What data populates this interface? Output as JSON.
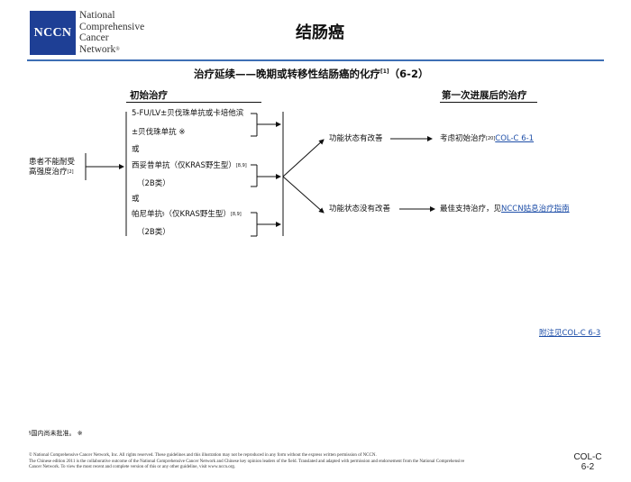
{
  "header": {
    "logo_abbr": "NCCN",
    "logo_lines": [
      "National",
      "Comprehensive",
      "Cancer",
      "Network"
    ],
    "logo_mark": "®",
    "page_title": "结肠癌"
  },
  "section": {
    "title": "治疗延续——晚期或转移性结肠癌的化疗",
    "title_ref": "[1]",
    "title_page": "（6-2）"
  },
  "columns": {
    "initial": "初始治疗",
    "after_first": "第一次进展后的治疗"
  },
  "patient": {
    "line1": "患者不能耐受",
    "line2": "高强度治疗",
    "ref": "[2]"
  },
  "options": {
    "opt1_line1": "5-FU/LV±贝伐珠单抗或卡培他滨",
    "opt1_line2": "±贝伐珠单抗 ※",
    "or1": "或",
    "opt2_line1": "西妥昔单抗（仅KRAS野生型）",
    "opt2_ref": "[8,9]",
    "opt2_line2": "（2B类）",
    "or2": "或",
    "opt3_line1a": "帕尼单抗",
    "opt3_mark": "§",
    "opt3_line1b": "（仅KRAS野生型）",
    "opt3_ref": "[8,9]",
    "opt3_line2": "（2B类）"
  },
  "outcomes": {
    "improved": "功能状态有改善",
    "not_improved": "功能状态没有改善"
  },
  "next": {
    "improved_text": "考虑初始治疗",
    "improved_ref": "[20]",
    "improved_link": "COL-C 6-1",
    "not_improved_text": "最佳支持治疗，见",
    "not_improved_link": "NCCN姑息治疗指南"
  },
  "notes_link": "附注见COL-C 6-3",
  "footnote": {
    "mark": "§",
    "text": "国内尚未批准。 ※"
  },
  "footer": {
    "line1": "© National Comprehensive Cancer Network, Inc. All rights reserved. These guidelines and this illustration may not be reproduced in any form without the express written permission of NCCN.",
    "line2": "The Chinese edition 2011 is the collaborative outcome of the National Comprehensive Cancer Network and Chinese key opinion leaders of the field. Translated and adapted with permission and endorsement from the National Comprehensive",
    "line3": "Cancer Network. To view the most recent and complete version of this or any other guideline, visit www.nccn.org."
  },
  "page_ref": {
    "line1": "COL-C",
    "line2": "6-2"
  }
}
